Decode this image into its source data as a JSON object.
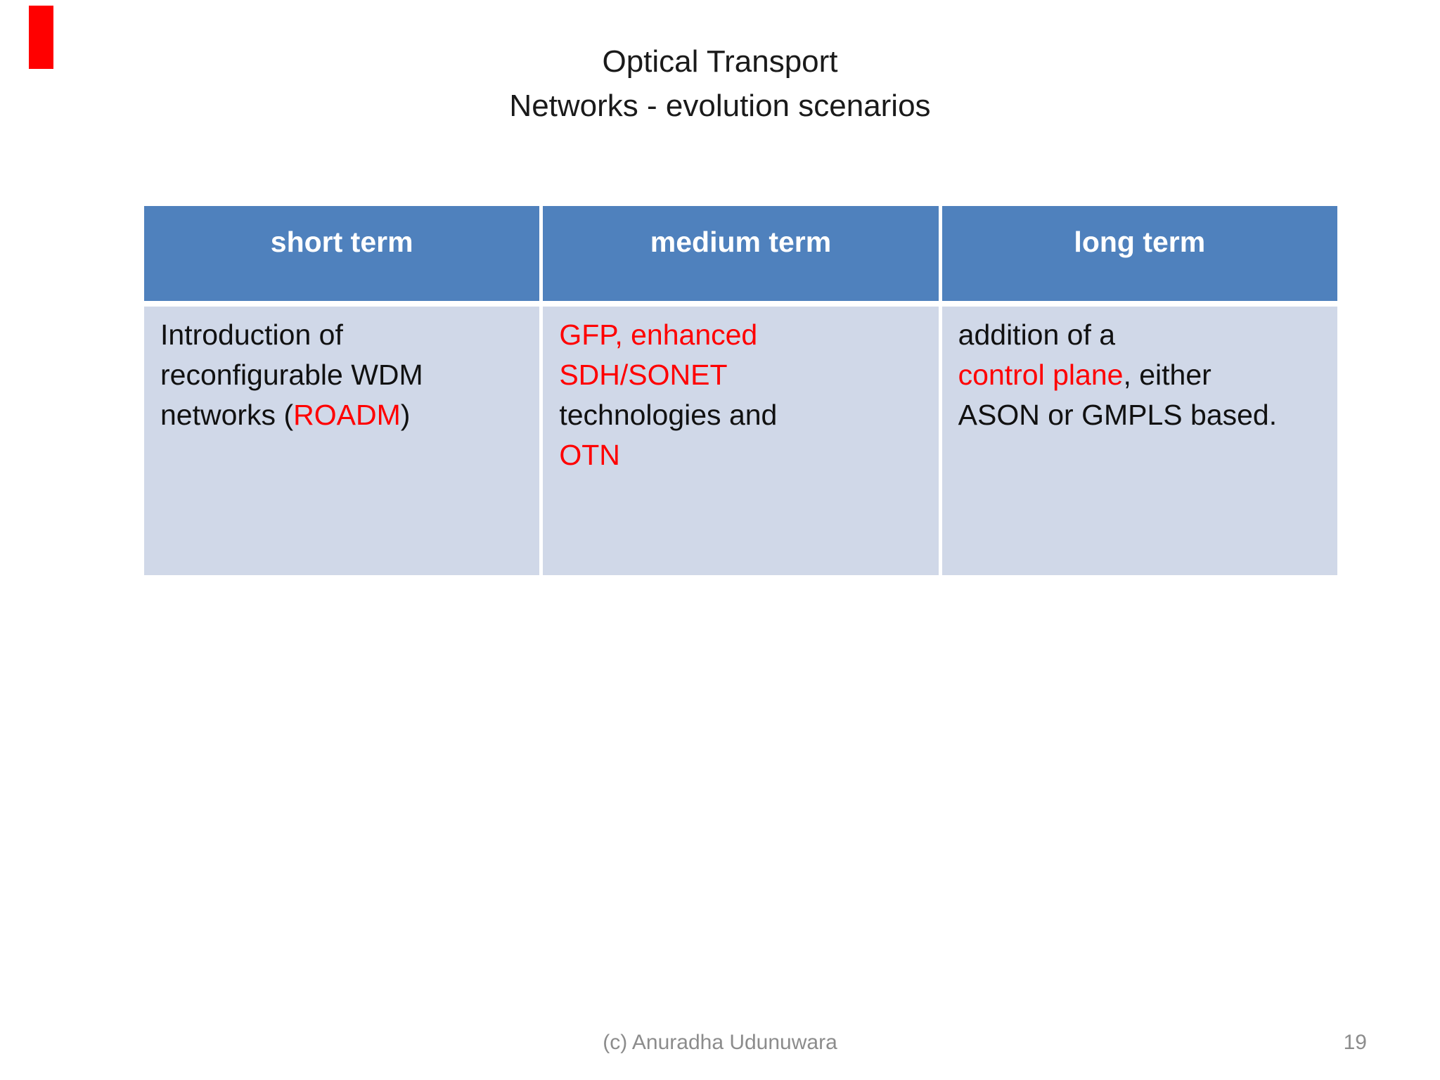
{
  "slide": {
    "title_line1": "Optical Transport",
    "title_line2": "Networks - evolution scenarios",
    "footer": "(c) Anuradha Udunuwara",
    "page_number": "19"
  },
  "colors": {
    "header_bg": "#4F81BD",
    "body_bg": "#D0D8E8",
    "highlight_red": "#FF0000",
    "body_text": "#111111",
    "footer_gray": "#8C8C8C",
    "marker_red": "#FF0000"
  },
  "table": {
    "headers": {
      "short_term": "short term",
      "medium_term": "medium term",
      "long_term": "long term"
    },
    "cells": {
      "short_term": {
        "line1": "Introduction of",
        "line2": "reconfigurable WDM",
        "line3_pre": "networks (",
        "line3_red": "ROADM",
        "line3_post": ")"
      },
      "medium_term": {
        "line1_red": "GFP, enhanced",
        "line2_red": "SDH/SONET",
        "line3": "technologies and",
        "line4_red": "OTN"
      },
      "long_term": {
        "line1": "addition of a",
        "line2_red": "control plane",
        "line2_post": ", either",
        "line3": "ASON or GMPLS based."
      }
    }
  }
}
